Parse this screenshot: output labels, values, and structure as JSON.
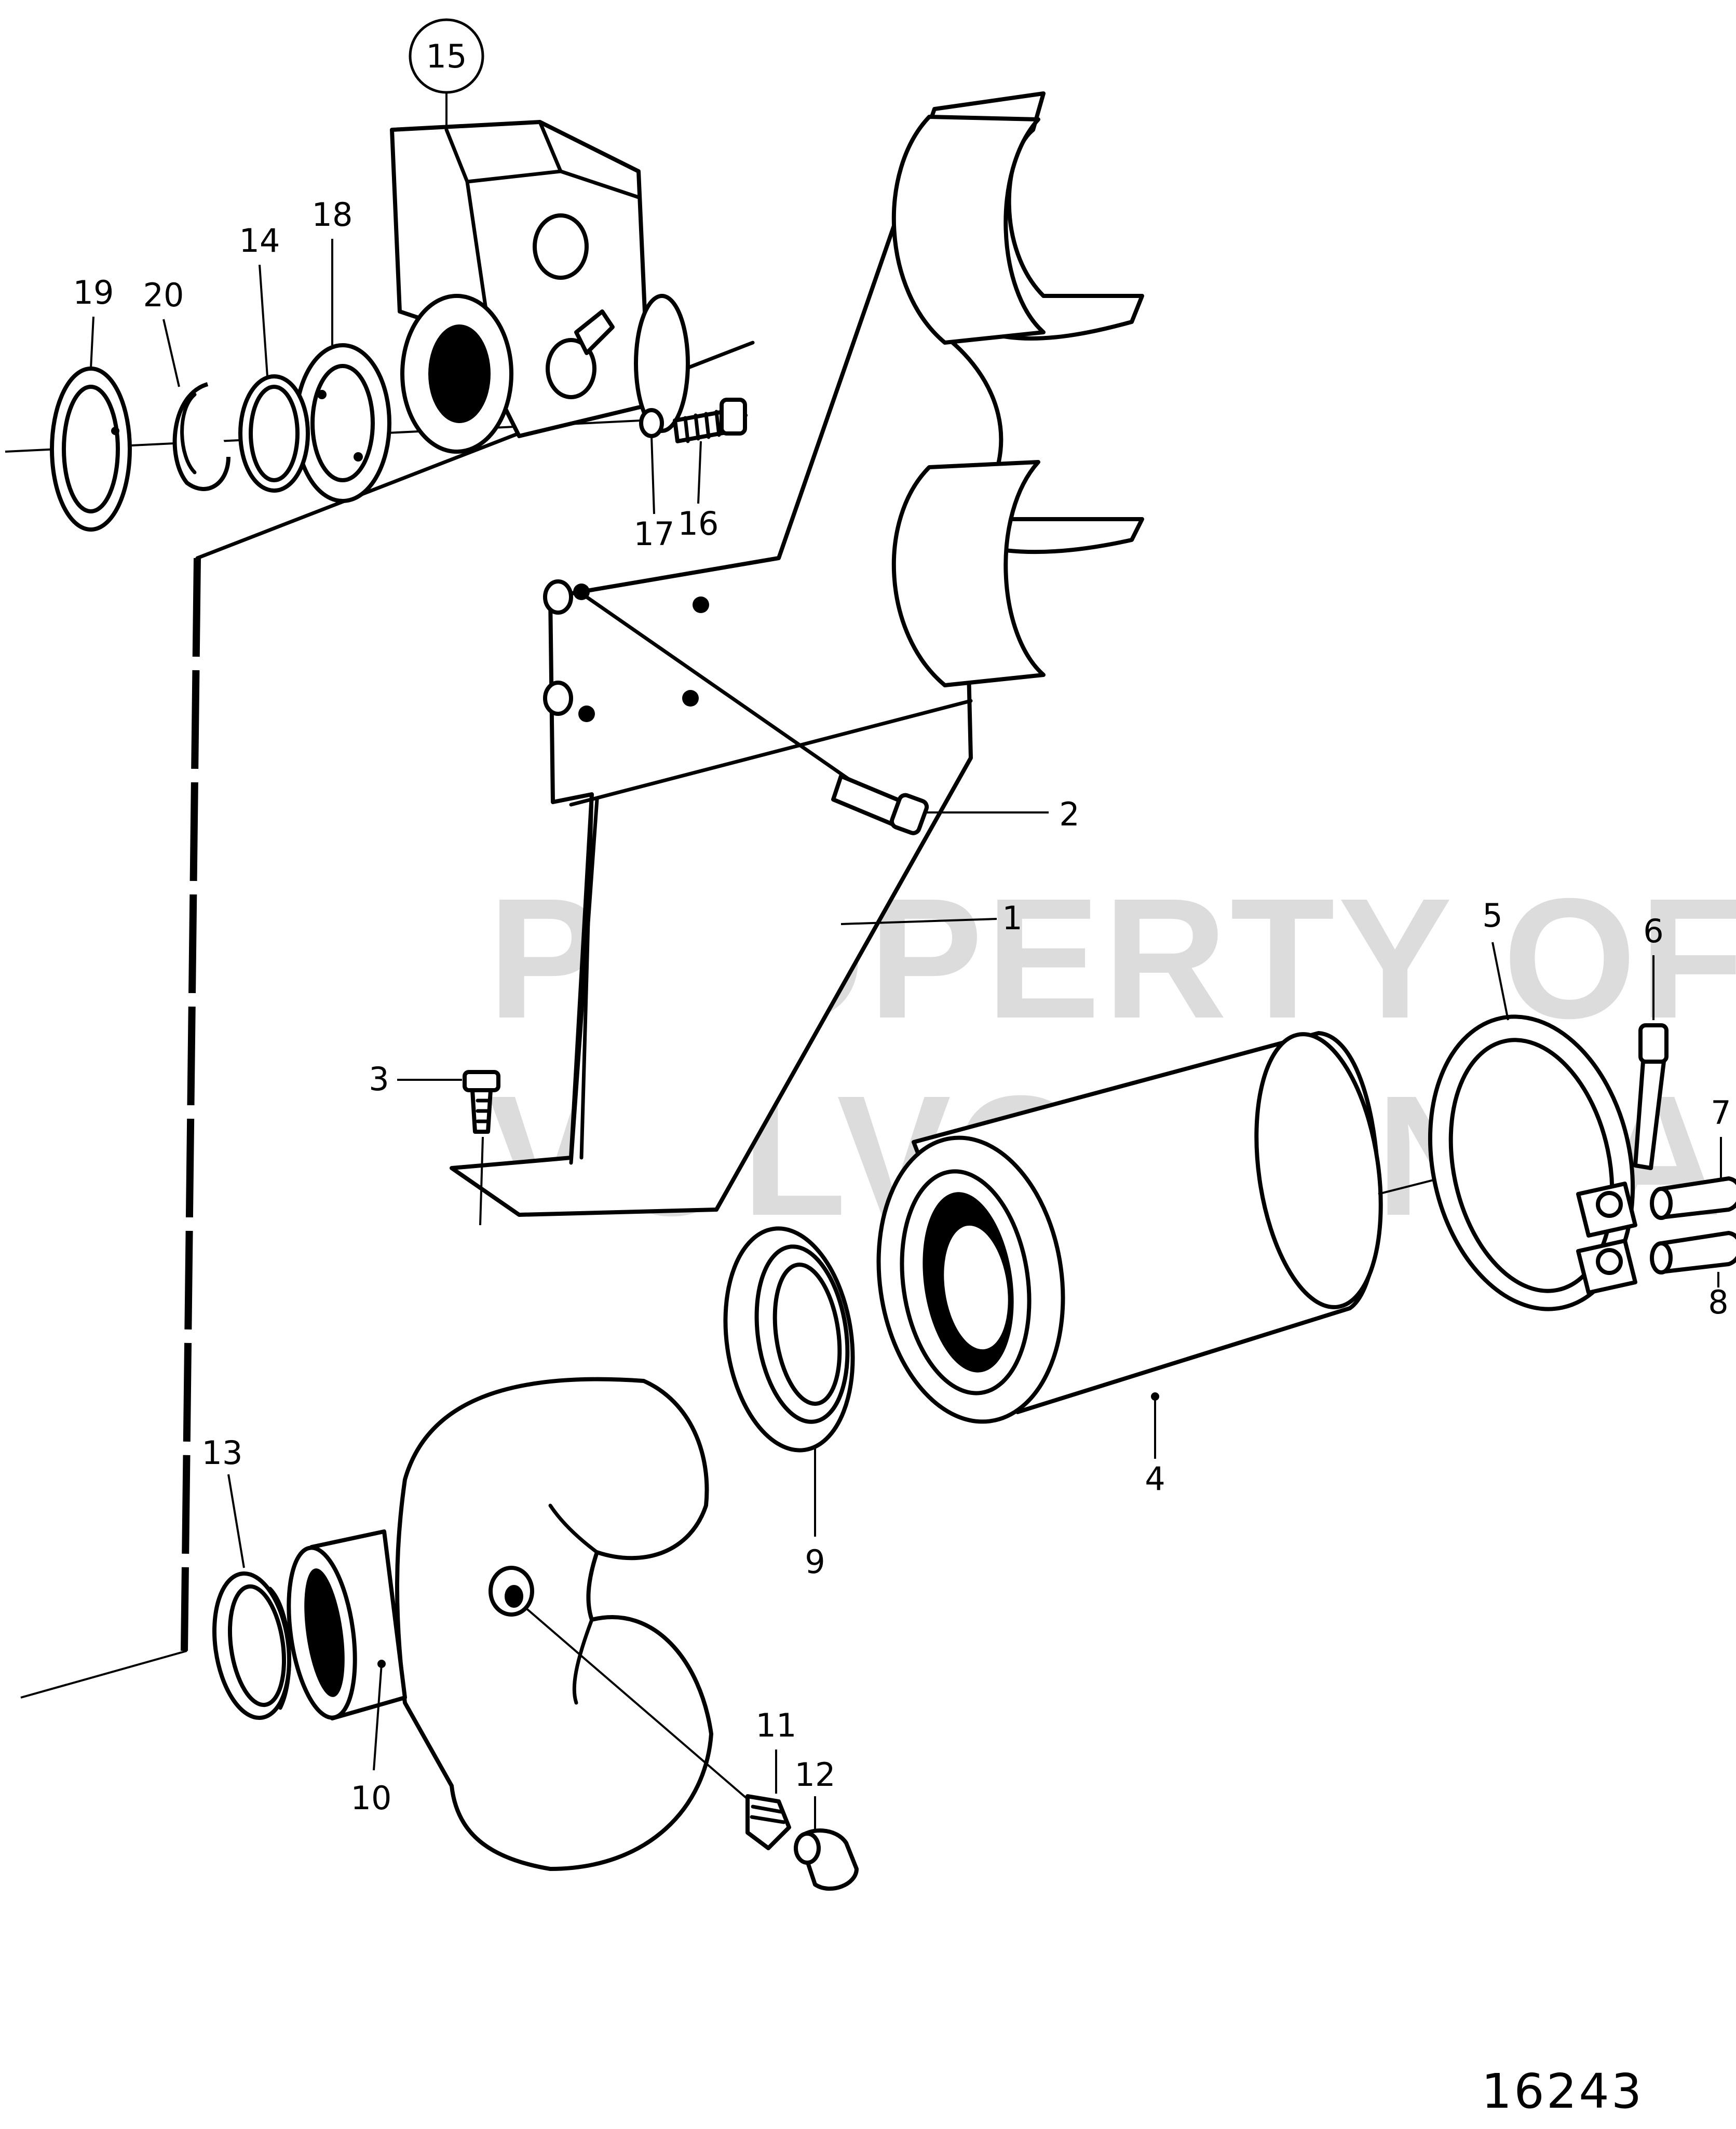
{
  "diagram": {
    "drawing_number": "16243",
    "watermark": [
      "PROPERTY OF",
      "VOLVO PENTA"
    ],
    "callouts": [
      "1",
      "2",
      "3",
      "4",
      "5",
      "6",
      "7",
      "8",
      "9",
      "10",
      "11",
      "12",
      "13",
      "14",
      "15",
      "16",
      "17",
      "18",
      "19",
      "20"
    ]
  }
}
